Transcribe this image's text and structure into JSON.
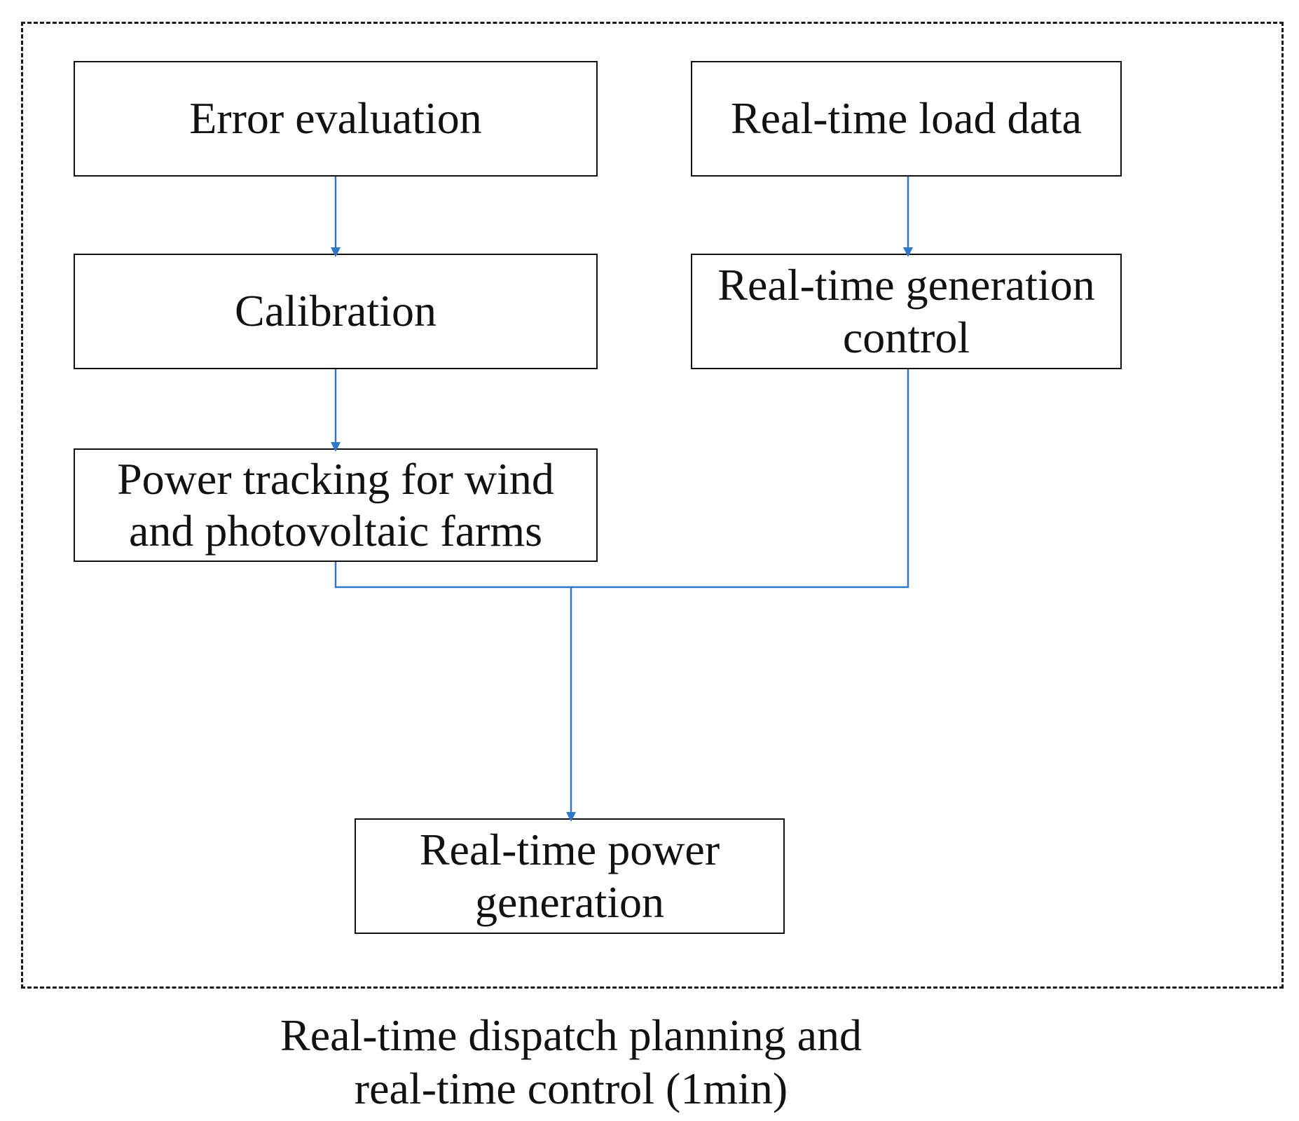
{
  "nodes": {
    "error_evaluation": "Error evaluation",
    "real_time_load_data": "Real-time load data",
    "calibration": "Calibration",
    "real_time_generation_control": "Real-time generation\ncontrol",
    "power_tracking": "Power tracking for wind\nand photovoltaic farms",
    "real_time_power_generation": "Real-time power\ngeneration"
  },
  "caption": "Real-time dispatch planning and\nreal-time control (1min)",
  "colors": {
    "arrow": "#2f78c8",
    "frame": "#1a1a1a",
    "box_border": "#111111"
  }
}
